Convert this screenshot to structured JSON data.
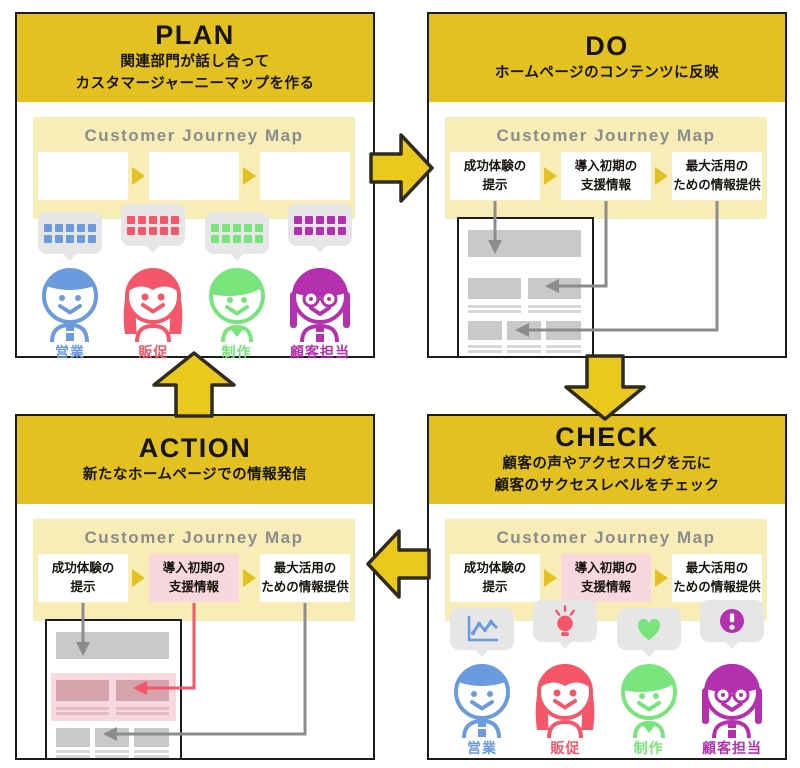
{
  "palette": {
    "header_yellow": "#e2c120",
    "big_arrow_yellow": "#eac91c",
    "big_arrow_outline": "#2f2c1d",
    "panel_cream": "#f8edb7",
    "cjm_title_gray": "#8c8c8c",
    "bubble_gray": "#e6e6e6",
    "wireframe_gray": "#c9c9c9",
    "connector_gray": "#8c8c8c",
    "connector_red": "#f4556a",
    "highlight_pink": "#f8d8de",
    "highlight_block_pink": "#d5a3ac",
    "border_black": "#1c1c1c"
  },
  "cycle_arrows": [
    {
      "name": "plan-to-do",
      "direction": "right"
    },
    {
      "name": "do-to-check",
      "direction": "down"
    },
    {
      "name": "check-to-action",
      "direction": "left"
    },
    {
      "name": "action-to-plan",
      "direction": "up"
    }
  ],
  "quadrants": {
    "plan": {
      "title": "PLAN",
      "subtitle": "関連部門が話し合って\nカスタマージャーニーマップを作る",
      "cjm_title": "Customer Journey Map",
      "empty_step_count": 3,
      "bubble_dot_count": 10,
      "members": [
        {
          "label": "営業",
          "color": "#6b9ade",
          "bubble": "dots"
        },
        {
          "label": "販促",
          "color": "#f4566a",
          "bubble": "dots"
        },
        {
          "label": "制作",
          "color": "#77e57b",
          "bubble": "dots"
        },
        {
          "label": "顧客担当",
          "color": "#b430ae",
          "bubble": "dots"
        }
      ]
    },
    "do": {
      "title": "DO",
      "subtitle": "ホームページのコンテンツに反映",
      "cjm_title": "Customer Journey Map",
      "steps": [
        {
          "label": "成功体験の\n提示",
          "highlighted": false
        },
        {
          "label": "導入初期の\n支援情報",
          "highlighted": false
        },
        {
          "label": "最大活用の\nための情報提供",
          "highlighted": false
        }
      ]
    },
    "action": {
      "title": "ACTION",
      "subtitle": "新たなホームページでの情報発信",
      "cjm_title": "Customer Journey Map",
      "steps": [
        {
          "label": "成功体験の\n提示",
          "highlighted": false
        },
        {
          "label": "導入初期の\n支援情報",
          "highlighted": true
        },
        {
          "label": "最大活用の\nための情報提供",
          "highlighted": false
        }
      ]
    },
    "check": {
      "title": "CHECK",
      "subtitle": "顧客の声やアクセスログを元に\n顧客のサクセスレベルをチェック",
      "cjm_title": "Customer Journey Map",
      "steps": [
        {
          "label": "成功体験の\n提示",
          "highlighted": false
        },
        {
          "label": "導入初期の\n支援情報",
          "highlighted": true
        },
        {
          "label": "最大活用の\nための情報提供",
          "highlighted": false
        }
      ],
      "members": [
        {
          "label": "営業",
          "color": "#6b9ade",
          "bubble_icon": "line-chart-icon"
        },
        {
          "label": "販促",
          "color": "#f4566a",
          "bubble_icon": "lightbulb-icon"
        },
        {
          "label": "制作",
          "color": "#77e57b",
          "bubble_icon": "heart-icon"
        },
        {
          "label": "顧客担当",
          "color": "#b430ae",
          "bubble_icon": "exclamation-icon"
        }
      ]
    }
  }
}
